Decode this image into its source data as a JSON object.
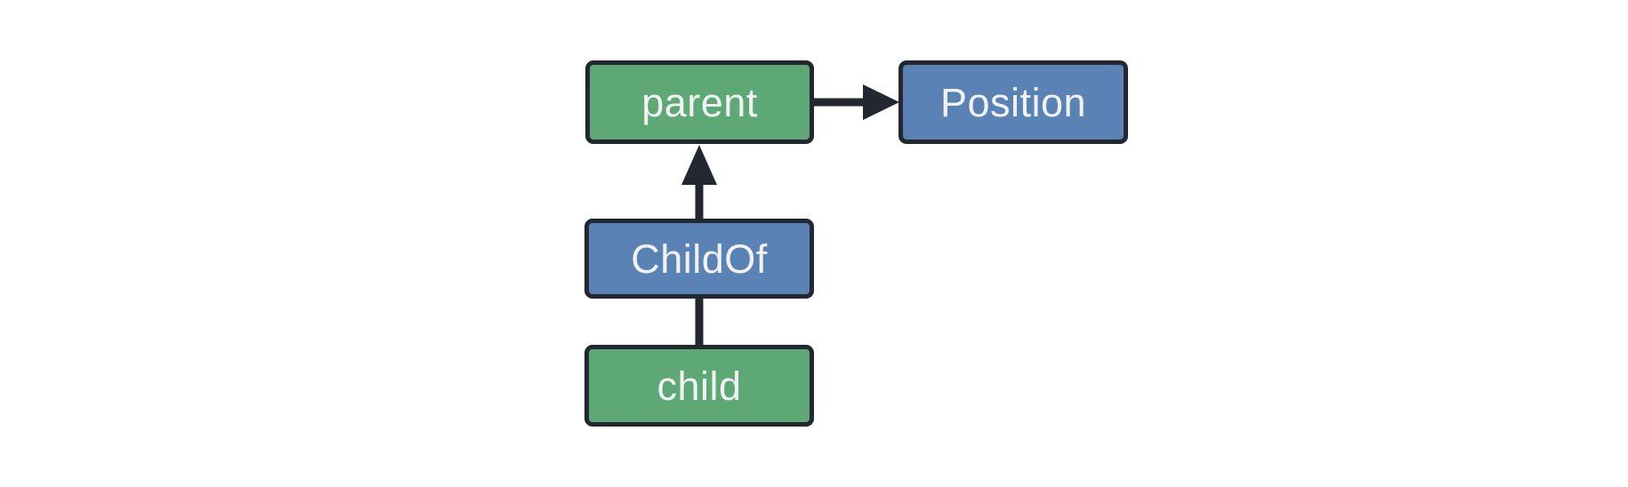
{
  "colors": {
    "background": "#ffffff",
    "node_border": "#23272f",
    "edge": "#23272f",
    "label_text": "#f1f2f4",
    "green_node": "#5ea876",
    "blue_node": "#5a82b5"
  },
  "nodes": {
    "parent": {
      "label": "parent",
      "fill": "#5ea876"
    },
    "position": {
      "label": "Position",
      "fill": "#5a82b5"
    },
    "childof": {
      "label": "ChildOf",
      "fill": "#5a82b5"
    },
    "child": {
      "label": "child",
      "fill": "#5ea876"
    }
  },
  "edges": [
    {
      "from": "parent",
      "to": "Position",
      "style": "arrow",
      "direction": "right"
    },
    {
      "from": "ChildOf",
      "to": "parent",
      "style": "arrow",
      "direction": "up"
    },
    {
      "from": "child",
      "to": "ChildOf",
      "style": "line",
      "direction": "up"
    }
  ]
}
